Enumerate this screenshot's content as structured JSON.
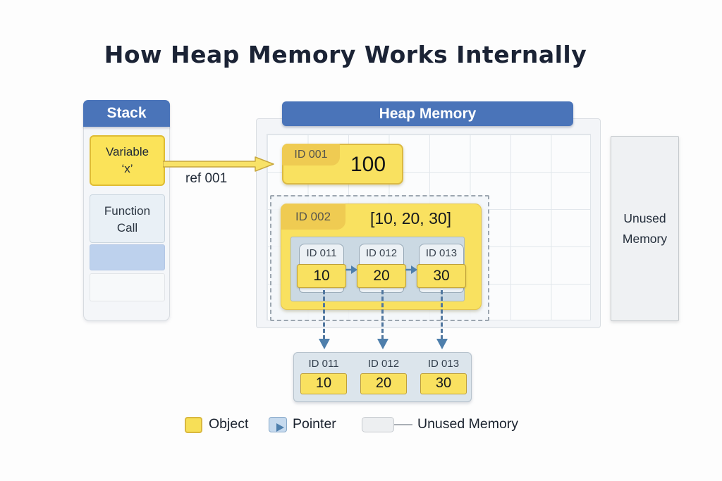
{
  "title": "How Heap Memory Works Internally",
  "stack": {
    "header": "Stack",
    "slots": {
      "variable": {
        "line1": "Variable",
        "line2": "‘x’"
      },
      "function": {
        "line1": "Function",
        "line2": "Call"
      }
    }
  },
  "ref_arrow": {
    "label": "ref 001"
  },
  "heap": {
    "header": "Heap Memory",
    "id001": {
      "tag": "ID 001",
      "value": "100"
    },
    "id002": {
      "tag": "ID 002",
      "value": "[10, 20, 30]",
      "elements": [
        {
          "tag": "ID 011",
          "value": "10"
        },
        {
          "tag": "ID 012",
          "value": "20"
        },
        {
          "tag": "ID 013",
          "value": "30"
        }
      ]
    }
  },
  "bottom_panel": {
    "elements": [
      {
        "tag": "ID 011",
        "value": "10"
      },
      {
        "tag": "ID 012",
        "value": "20"
      },
      {
        "tag": "ID 013",
        "value": "30"
      }
    ]
  },
  "unused_memory": {
    "line1": "Unused",
    "line2": "Memory"
  },
  "legend": {
    "object": "Object",
    "pointer": "Pointer",
    "unused": "Unused Memory"
  },
  "colors": {
    "header_blue": "#4A74B9",
    "object_yellow": "#F9E160",
    "object_border": "#DCBA42",
    "tab_yellow": "#EFCB52",
    "pointer_blue": "#4E7FAC",
    "array_panel_blue_gray": "#CBD9E3",
    "stack_slot_blue": "#BDD1ED",
    "unused_gray": "#EFF1F3",
    "grid_line": "#E2E7EC"
  }
}
